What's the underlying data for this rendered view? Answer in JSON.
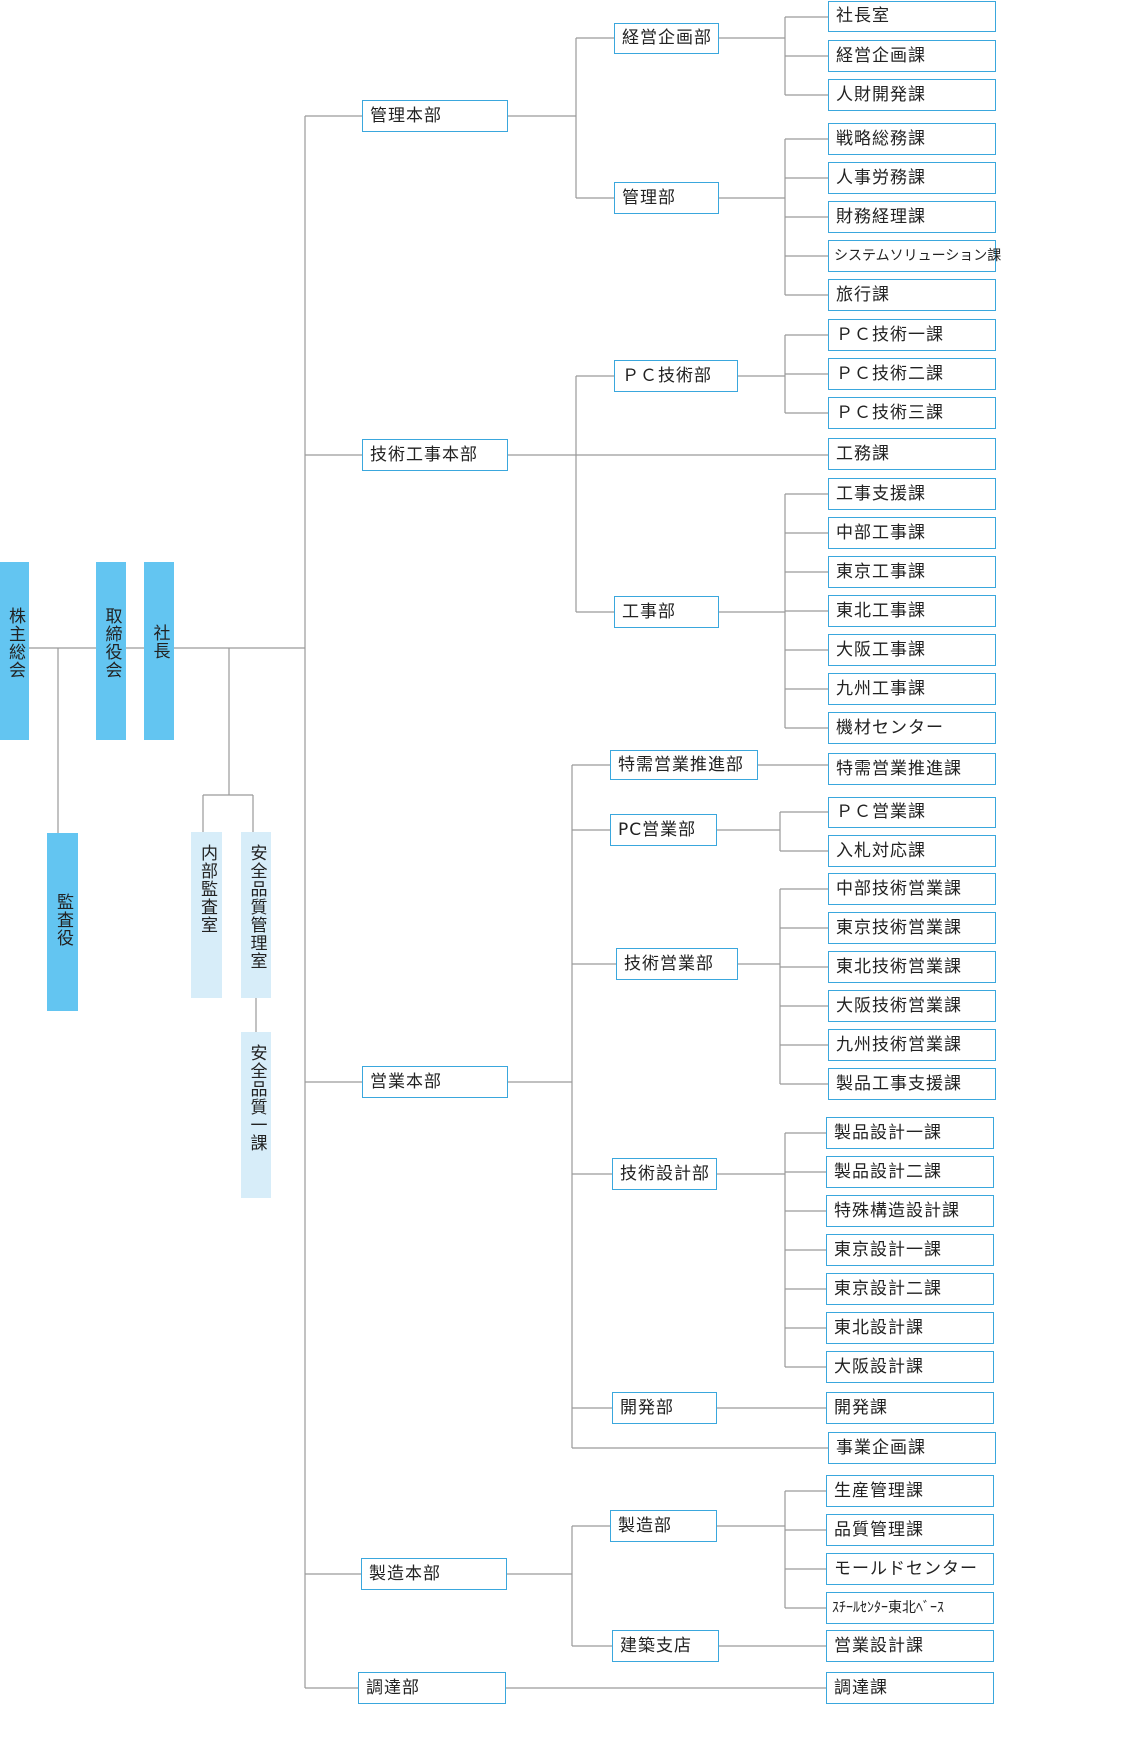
{
  "top": {
    "shareholders": "株主総会",
    "auditor": "監査役",
    "board": "取締役会",
    "president": "社長",
    "internal_audit": "内部監査室",
    "safety_quality_office": "安全品質管理室",
    "safety_quality_section": "安全品質一課"
  },
  "hq": [
    {
      "name": "管理本部",
      "depts": [
        {
          "name": "経営企画部",
          "sections": [
            "社長室",
            "経営企画課",
            "人財開発課"
          ]
        },
        {
          "name": "管理部",
          "sections": [
            "戦略総務課",
            "人事労務課",
            "財務経理課",
            "システムソリューション課",
            "旅行課"
          ]
        }
      ]
    },
    {
      "name": "技術工事本部",
      "depts": [
        {
          "name": "ＰＣ技術部",
          "sections": [
            "ＰＣ技術一課",
            "ＰＣ技術二課",
            "ＰＣ技術三課"
          ]
        },
        {
          "name": "",
          "sections": [
            "工務課"
          ]
        },
        {
          "name": "工事部",
          "sections": [
            "工事支援課",
            "中部工事課",
            "東京工事課",
            "東北工事課",
            "大阪工事課",
            "九州工事課",
            "機材センター"
          ]
        }
      ]
    },
    {
      "name": "営業本部",
      "depts": [
        {
          "name": "特需営業推進部",
          "sections": [
            "特需営業推進課"
          ]
        },
        {
          "name": "PC営業部",
          "sections": [
            "ＰＣ営業課",
            "入札対応課"
          ]
        },
        {
          "name": "技術営業部",
          "sections": [
            "中部技術営業課",
            "東京技術営業課",
            "東北技術営業課",
            "大阪技術営業課",
            "九州技術営業課",
            "製品工事支援課"
          ]
        },
        {
          "name": "技術設計部",
          "sections": [
            "製品設計一課",
            "製品設計二課",
            "特殊構造設計課",
            "東京設計一課",
            "東京設計二課",
            "東北設計課",
            "大阪設計課"
          ]
        },
        {
          "name": "開発部",
          "sections": [
            "開発課"
          ]
        },
        {
          "name": "",
          "sections": [
            "事業企画課"
          ]
        }
      ]
    },
    {
      "name": "製造本部",
      "depts": [
        {
          "name": "製造部",
          "sections": [
            "生産管理課",
            "品質管理課",
            "モールドセンター",
            "ｽﾁｰﾙｾﾝﾀｰ東北ﾍﾞｰｽ"
          ]
        },
        {
          "name": "建築支店",
          "sections": [
            "営業設計課"
          ]
        }
      ]
    },
    {
      "name": "調達部",
      "depts": [
        {
          "name": "",
          "sections": [
            "調達課"
          ]
        }
      ]
    }
  ],
  "colors": {
    "line": "#999999",
    "border": "#3aa7dd",
    "dark_fill": "#63c5f1",
    "light_fill": "#d7edf9"
  }
}
